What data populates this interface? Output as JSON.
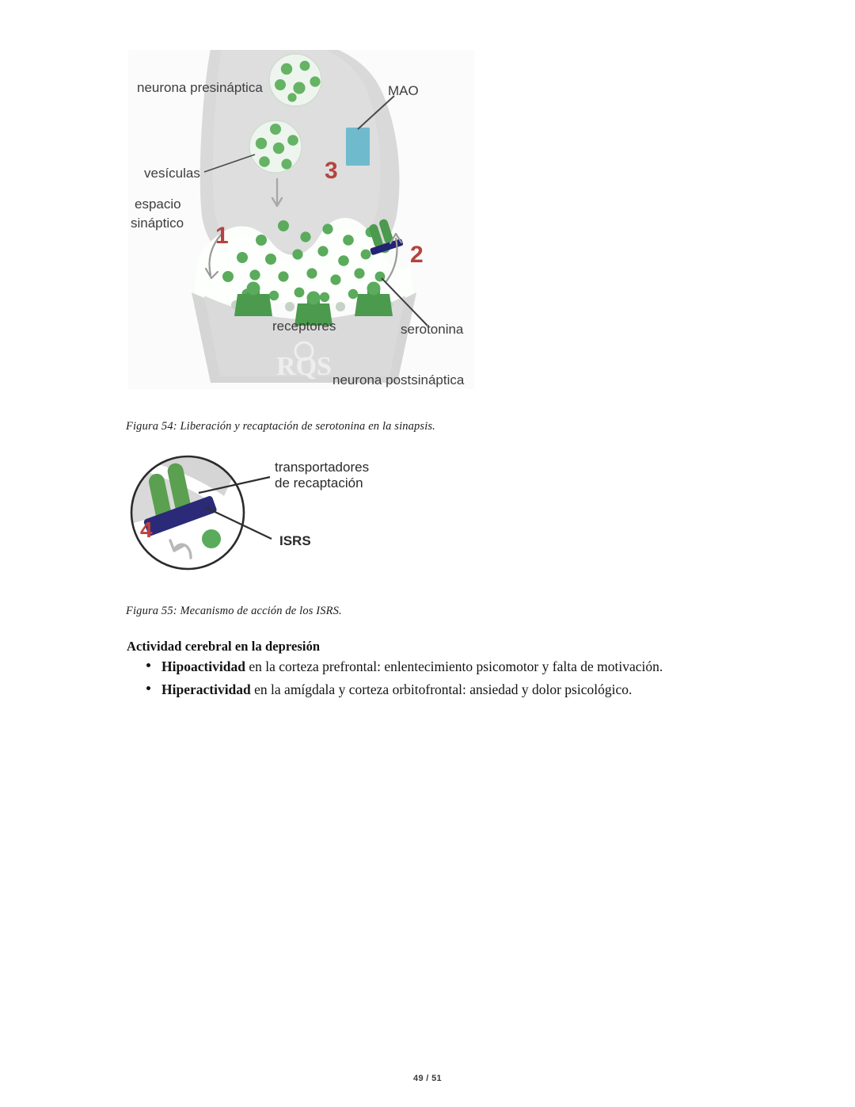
{
  "page": {
    "footer": "49 / 51",
    "background_color": "#ffffff"
  },
  "figure_54": {
    "caption": "Figura 54: Liberación y recaptación de serotonina en la sinapsis.",
    "alt": "Diagrama de la sinapsis: liberación y recaptación de serotonina",
    "labels": {
      "presynaptic": "neurona presináptica",
      "mao": "MAO",
      "vesicles": "vesículas",
      "synaptic_space_line1": "espacio",
      "synaptic_space_line2": "sináptico",
      "receptors": "receptores",
      "serotonin": "serotonina",
      "postsynaptic": "neurona postsináptica"
    },
    "step_numbers": [
      "1",
      "2",
      "3"
    ],
    "watermark": "RQS",
    "colors": {
      "neuron_gray": "#d7d7d7",
      "cleft_white": "#fbfdfa",
      "serotonin_green": "#5aab5c",
      "receptor_green": "#4b9a4d",
      "mao_blue": "#6fbacd",
      "transporter_navy": "#2a2a78",
      "step_number_red": "#b5443e",
      "label_text": "#3a3a3a"
    }
  },
  "figure_55": {
    "caption": "Figura 55: Mecanismo de acción de los ISRS.",
    "alt": "Detalle circular: transportadores de recaptación bloqueados por ISRS",
    "labels": {
      "transporters_line1": "transportadores",
      "transporters_line2": "de recaptación",
      "ssri": "ISRS"
    },
    "step_numbers": [
      "4"
    ],
    "colors": {
      "circle_stroke": "#2b2b2b",
      "transporter_green": "#5aa050",
      "ssri_navy": "#2a2a78",
      "step_number_red": "#c0403a",
      "wedge_gray": "#d3d3d3",
      "serotonin_green": "#5aab5c"
    }
  },
  "content": {
    "heading": "Actividad cerebral en la depresión",
    "bullets": [
      {
        "strong": "Hipoactividad",
        "rest": " en la corteza prefrontal: enlentecimiento psicomotor y falta de motivación."
      },
      {
        "strong": "Hiperactividad",
        "rest": " en la amígdala y corteza orbitofrontal: ansiedad y dolor psicológico."
      }
    ]
  }
}
